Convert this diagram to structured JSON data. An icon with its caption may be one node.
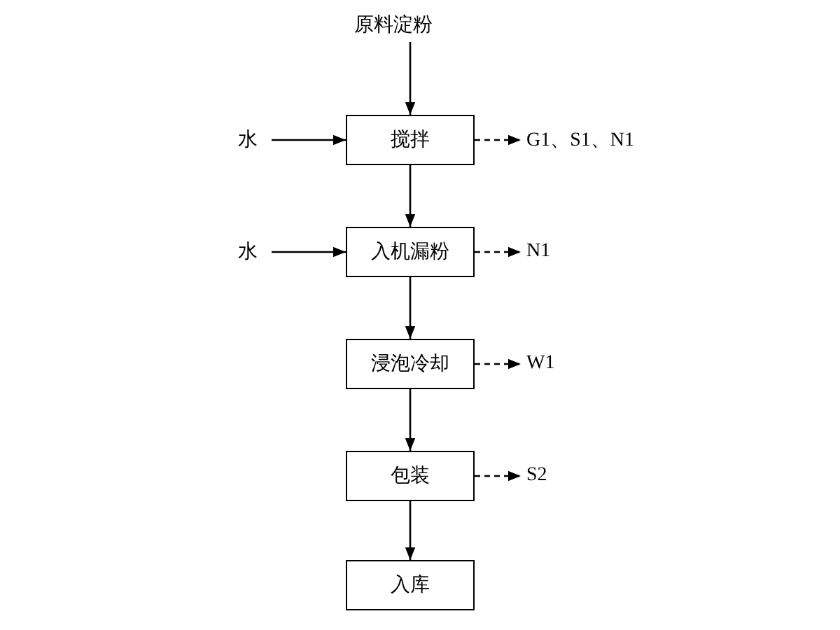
{
  "diagram": {
    "nodes": [
      {
        "text": [
          "原料淀粉"
        ]
      },
      {
        "text": [
          "搅拌"
        ]
      },
      {
        "text": [
          "水"
        ]
      },
      {
        "text": [
          "G1、S1、N1"
        ]
      },
      {
        "text": [
          "入机漏粉"
        ]
      },
      {
        "text": [
          "水"
        ]
      },
      {
        "text": [
          "N1"
        ]
      },
      {
        "text": [
          "浸泡冷却"
        ]
      },
      {
        "text": [
          "W1"
        ]
      },
      {
        "text": [
          "包装"
        ]
      },
      {
        "text": [
          "S2"
        ]
      },
      {
        "text": [
          "入库"
        ]
      }
    ],
    "edges": [
      {
        "from": 0,
        "to": 1,
        "arrow": "to"
      },
      {
        "from": 2,
        "to": 1,
        "arrow": "to"
      },
      {
        "from": 1,
        "to": 3,
        "arrow": "to",
        "style": "dashed"
      },
      {
        "from": 1,
        "to": 4,
        "arrow": "to"
      },
      {
        "from": 5,
        "to": 4,
        "arrow": "to"
      },
      {
        "from": 4,
        "to": 6,
        "arrow": "to",
        "style": "dashed"
      },
      {
        "from": 4,
        "to": 7,
        "arrow": "to"
      },
      {
        "from": 7,
        "to": 8,
        "arrow": "to",
        "style": "dashed"
      },
      {
        "from": 7,
        "to": 9,
        "arrow": "to"
      },
      {
        "from": 9,
        "to": 10,
        "arrow": "to",
        "style": "dashed"
      },
      {
        "from": 9,
        "to": 11,
        "arrow": "to"
      }
    ]
  }
}
